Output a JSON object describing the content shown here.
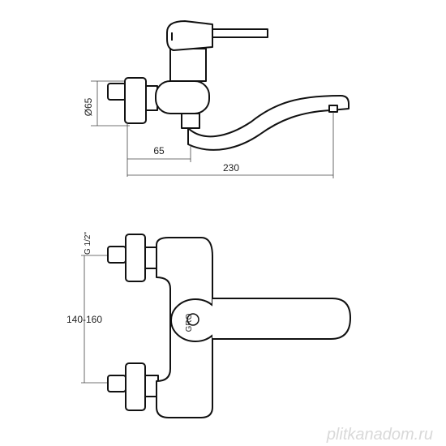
{
  "top_view": {
    "diameter_label": "Ø65",
    "dim_eccentric_label": "65",
    "dim_spout_label": "230"
  },
  "front_view": {
    "thread_label": "G 1/2\"",
    "centers_label": "140-160"
  },
  "watermark": "plitkanadom.ru"
}
